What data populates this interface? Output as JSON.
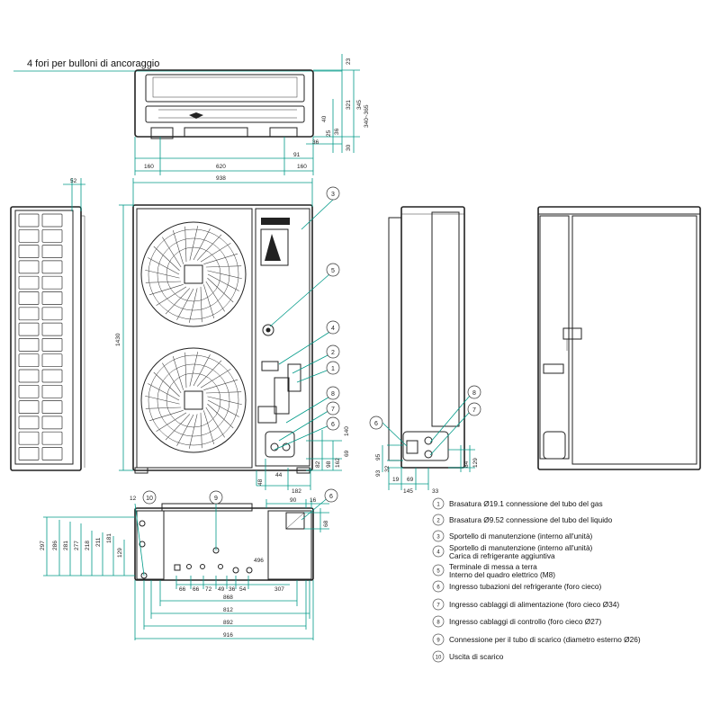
{
  "title": "4 fori per bulloni di ancoraggio",
  "colors": {
    "dimension_line": "#009a88",
    "outline": "#222222",
    "background": "#ffffff"
  },
  "dimensions": {
    "top": {
      "w620": "620",
      "w160a": "160",
      "w160b": "160",
      "w91": "91",
      "w36": "36",
      "h23": "23",
      "h321": "321",
      "h345": "345",
      "h340": "340~365",
      "h40": "40",
      "h30": "30",
      "h36": "36",
      "h_small": "25"
    },
    "front": {
      "w938": "938",
      "h1430": "1430",
      "w52": "52",
      "w48": "48",
      "w182": "182",
      "w44": "44",
      "w82": "82",
      "w98": "98",
      "w162": "162",
      "w69": "69",
      "w140": "140"
    },
    "side": {
      "w145": "145",
      "w95": "95",
      "w93": "93",
      "w32": "32",
      "w69": "69",
      "w19": "19",
      "w84": "84",
      "w129": "129",
      "w33": "33"
    },
    "bottom": {
      "w12": "12",
      "v297": "297",
      "v286": "286",
      "v281": "281",
      "v277": "277",
      "v218": "218",
      "v211": "211",
      "v181": "181",
      "v129": "129",
      "h90": "90",
      "h16": "16",
      "h68": "68",
      "h496": "496",
      "h66a": "66",
      "h66b": "66",
      "h72": "72",
      "h49": "49",
      "h36": "36",
      "h54": "54",
      "h307": "307",
      "w868": "868",
      "w812": "812",
      "w892": "892",
      "w916": "916"
    }
  },
  "legend": [
    {
      "num": "1",
      "text": "Brasatura Ø19.1 connessione del tubo del gas"
    },
    {
      "num": "2",
      "text": "Brasatura Ø9.52 connessione del tubo del liquido"
    },
    {
      "num": "3",
      "text": "Sportello di manutenzione (interno all'unità)"
    },
    {
      "num": "4",
      "text": "Sportello di manutenzione (interno all'unità)",
      "text2": "Carica di refrigerante aggiuntiva"
    },
    {
      "num": "5",
      "text": "Terminale di messa a terra",
      "text2": "Interno del quadro elettrico (M8)"
    },
    {
      "num": "6",
      "text": "Ingresso tubazioni del refrigerante (foro cieco)"
    },
    {
      "num": "7",
      "text": "Ingresso cablaggi di alimentazione (foro cieco Ø34)"
    },
    {
      "num": "8",
      "text": "Ingresso cablaggi di controllo (foro cieco Ø27)"
    },
    {
      "num": "9",
      "text": "Connessione per il tubo di scarico (diametro esterno Ø26)"
    },
    {
      "num": "10",
      "text": "Uscita di scarico"
    }
  ],
  "callouts": [
    "3",
    "5",
    "4",
    "2",
    "1",
    "8",
    "7",
    "6",
    "6",
    "8",
    "7",
    "10",
    "9",
    "6"
  ]
}
